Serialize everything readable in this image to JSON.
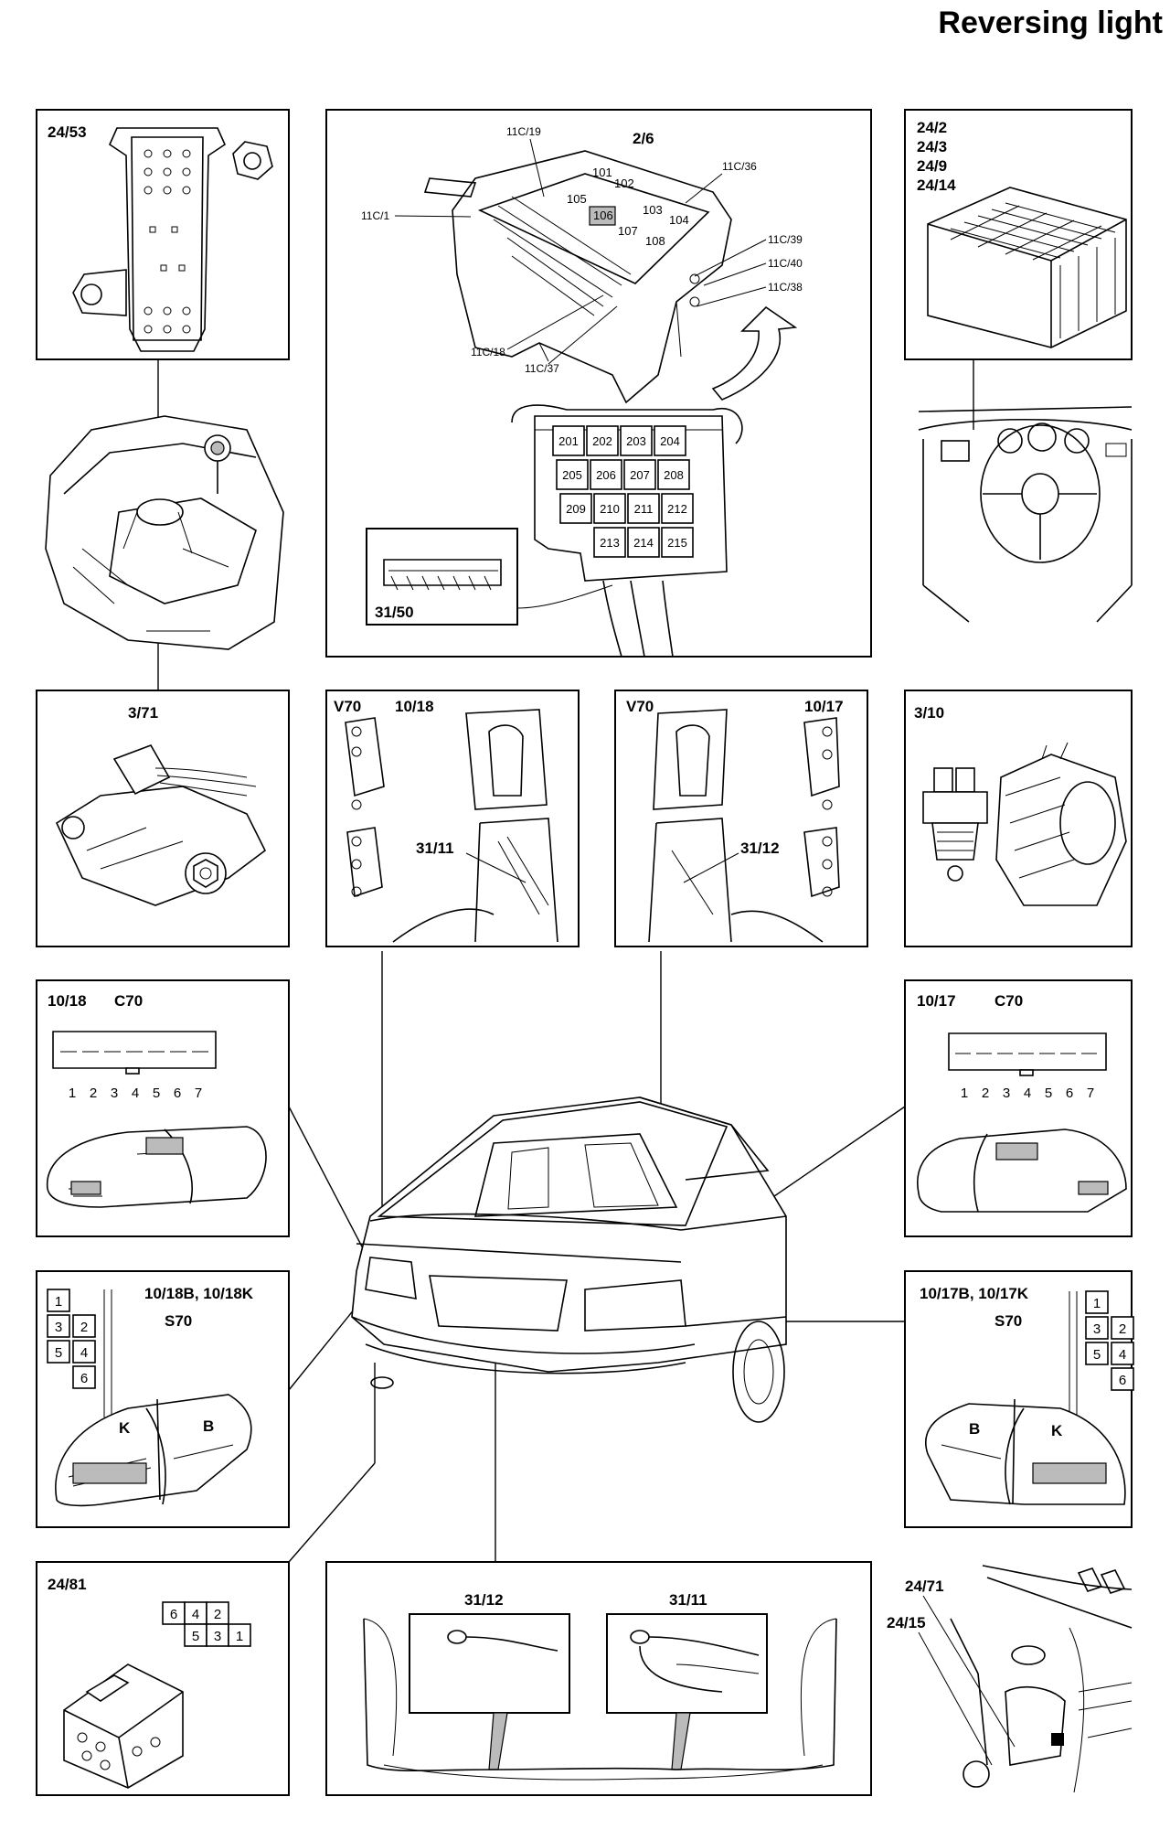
{
  "title": "Reversing light",
  "panels": {
    "p2453": {
      "code": "24/53"
    },
    "fusebox": {
      "code": "2/6",
      "callouts": [
        "11C/19",
        "11C/36",
        "11C/1",
        "11C/39",
        "11C/40",
        "11C/38",
        "11C/18",
        "11C/37"
      ],
      "upper_fuses": [
        "101",
        "102",
        "105",
        "106",
        "103",
        "104",
        "107",
        "108"
      ],
      "lower_relays": [
        "201",
        "202",
        "203",
        "204",
        "205",
        "206",
        "207",
        "208",
        "209",
        "210",
        "211",
        "212",
        "213",
        "214",
        "215"
      ],
      "connector": "31/50"
    },
    "dash": {
      "codes": [
        "24/2",
        "24/3",
        "24/9",
        "24/14"
      ]
    },
    "p371": {
      "code": "3/71"
    },
    "v70left": {
      "model": "V70",
      "code": "10/18",
      "ground": "31/11"
    },
    "v70right": {
      "model": "V70",
      "code": "10/17",
      "ground": "31/12"
    },
    "p310": {
      "code": "3/10"
    },
    "c70left": {
      "code": "10/18",
      "model": "C70",
      "pins": [
        "1",
        "2",
        "3",
        "4",
        "5",
        "6",
        "7"
      ]
    },
    "c70right": {
      "code": "10/17",
      "model": "C70",
      "pins": [
        "1",
        "2",
        "3",
        "4",
        "5",
        "6",
        "7"
      ]
    },
    "s70left": {
      "code": "10/18B, 10/18K",
      "model": "S70",
      "pins": [
        "1",
        "3",
        "2",
        "5",
        "4",
        "6"
      ],
      "B": "B",
      "K": "K"
    },
    "s70right": {
      "code": "10/17B, 10/17K",
      "model": "S70",
      "pins": [
        "1",
        "3",
        "2",
        "5",
        "4",
        "6"
      ],
      "B": "B",
      "K": "K"
    },
    "p2481": {
      "code": "24/81",
      "pins_top": [
        "6",
        "4",
        "2"
      ],
      "pins_bottom": [
        "5",
        "3",
        "1"
      ]
    },
    "grounds": {
      "left": "31/12",
      "right": "31/11"
    },
    "engine": {
      "codes": [
        "24/71",
        "24/15"
      ]
    }
  }
}
